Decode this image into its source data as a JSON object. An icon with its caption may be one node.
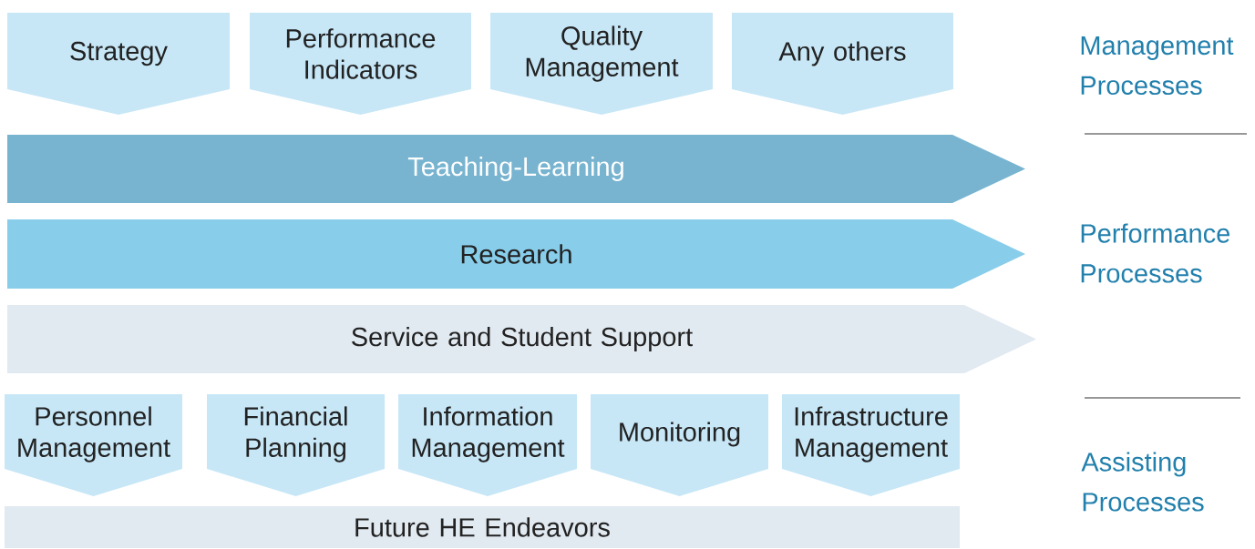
{
  "diagram": {
    "nodes": [
      {
        "text": [
          "Strategy"
        ]
      },
      {
        "text": [
          "Performance Indicators"
        ]
      },
      {
        "text": [
          "Quality Management"
        ]
      },
      {
        "text": [
          "Any others"
        ]
      },
      {
        "text": [
          "Teaching-Learning"
        ]
      },
      {
        "text": [
          "Research"
        ]
      },
      {
        "text": [
          "Service and Student Support"
        ]
      },
      {
        "text": [
          "Personnel Management"
        ]
      },
      {
        "text": [
          "Financial Planning"
        ]
      },
      {
        "text": [
          "Information Management"
        ]
      },
      {
        "text": [
          "Monitoring"
        ]
      },
      {
        "text": [
          "Infrastructure Management"
        ]
      },
      {
        "text": [
          "Future HE Endeavors"
        ]
      }
    ],
    "labels": [
      "Management Processes",
      "Performance Processes",
      "Assisting Processes"
    ]
  }
}
